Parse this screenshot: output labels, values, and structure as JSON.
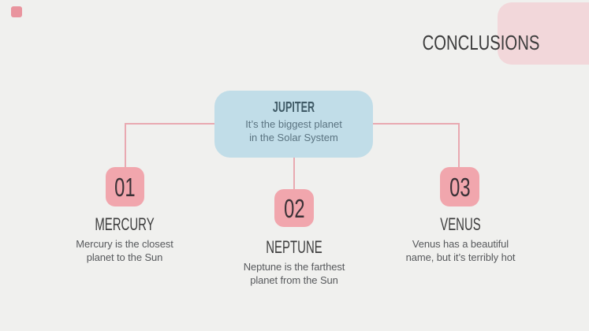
{
  "slide": {
    "title": "CONCLUSIONS"
  },
  "colors": {
    "bg": "#f0f0ee",
    "pink": "#f1a6ad",
    "pink-light": "#f2d7da",
    "blue": "#c1dde8",
    "line": "#e9a9b1",
    "corner": "#e9949e",
    "heading": "#3c3c3c",
    "body": "#57595c",
    "number": "#3a3136",
    "root-title": "#3f5a66",
    "root-body": "#5a7380"
  },
  "diagram": {
    "root": {
      "title": "JUPITER",
      "description_lines": [
        "It’s the biggest planet",
        "in the Solar System"
      ]
    },
    "children": [
      {
        "number": "01",
        "title": "MERCURY",
        "description_lines": [
          "Mercury is the closest",
          "planet to the Sun"
        ]
      },
      {
        "number": "02",
        "title": "NEPTUNE",
        "description_lines": [
          "Neptune is the farthest",
          "planet from the Sun"
        ]
      },
      {
        "number": "03",
        "title": "VENUS",
        "description_lines": [
          "Venus has a beautiful",
          "name, but it’s terribly hot"
        ]
      }
    ]
  }
}
